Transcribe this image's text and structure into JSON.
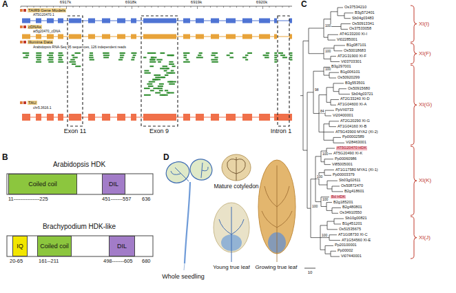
{
  "diagram": {
    "nodes": [
      {
        "text": [
          "Coiled coil"
        ]
      },
      {
        "text": [
          "DIL"
        ]
      },
      {
        "text": [
          "IQ"
        ]
      },
      {
        "text": [
          "Coiled coil"
        ]
      },
      {
        "text": [
          "DIL"
        ]
      }
    ],
    "labels": [
      "A",
      "6917k",
      "6918k",
      "6919k",
      "6920k",
      "TAIR9 Gene Models",
      "AT5G20470.1",
      "cDNAs",
      "at5g20470_cDNA",
      "Illumina Data",
      "Arabidopsis RNA-Seq 95 sequences, 126 independent reads",
      "TAU",
      "chr5.3616.1",
      "Exon 11",
      "Exon 9",
      "Intron 1",
      "B",
      "Arabidopsis HDK",
      "11---------------225",
      "451-------557",
      "636",
      "Brachypodium HDK-like",
      "20-65",
      "161--211",
      "498-------605",
      "680",
      "C",
      "Os37534210",
      "B3g572401",
      "Sb04g03483",
      "Os50913341",
      "Os37533058",
      "AT4G33200 XI-I",
      "Vi02285001",
      "B1g087101",
      "Os50018683",
      "AT2G31900 XI-F",
      "Vi03703301",
      "B3g297001",
      "B1g006101",
      "Os50920299",
      "B3g553501",
      "Os50915680",
      "Sb04g03721",
      "AT2G33240 XI-D",
      "AT1G04600 XI-A",
      "PpVII0733",
      "Vi20400001",
      "AT2G20290 XI-G",
      "AT1G04160 XI-B",
      "AT5G43900 MYA2 (XI-2)",
      "Pp00002589",
      "Vi28463001",
      "AT5G20470 HDK",
      "AT5G20490 XI-K",
      "Pp00060986",
      "Vi85005001",
      "AT1G17580 MYA1 (XI-1)",
      "Pp00003379",
      "Sb03g02611",
      "Os50872470",
      "B2g418601",
      "Bd HDK",
      "B2g185201",
      "B2g480801",
      "Os34910550",
      "Sb10g00821",
      "B1g451201",
      "Os51535675",
      "AT1G08730 XI-C",
      "AT1G54560 XI-E",
      "Pp20100001",
      "Pp00002",
      "Vi07440001",
      "100",
      "100",
      "98",
      "100",
      "84",
      "100",
      "100",
      "100",
      "100",
      "100",
      "XI(I)",
      "XI(F)",
      "XI(G)",
      "XI(K)",
      "XI(J)",
      "10",
      "D",
      "Whole seedling",
      "Mature cotyledon",
      "Young true leaf",
      "Growing true leaf"
    ]
  }
}
